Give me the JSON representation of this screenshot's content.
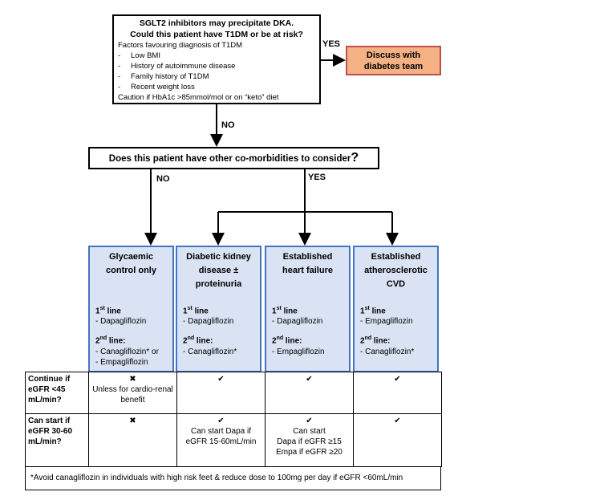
{
  "top_box": {
    "title_line1": "SGLT2 inhibitors may precipitate DKA.",
    "title_line2": "Could this patient have T1DM or be at risk?",
    "factors_heading": "Factors favouring diagnosis of T1DM",
    "factors": [
      "Low BMI",
      "History of autoimmune disease",
      "Family history of T1DM",
      "Recent weight loss"
    ],
    "caution": "Caution if HbA1c >85mmol/mol or on “keto” diet"
  },
  "yes_label": "YES",
  "discuss_box": {
    "line1": "Discuss with",
    "line2": "diabetes team"
  },
  "no_label": "NO",
  "question": {
    "text": "Does this patient have other co-morbidities to consider",
    "mark": "?"
  },
  "q_no_label": "NO",
  "q_yes_label": "YES",
  "columns": [
    {
      "title": "Glycaemic control only",
      "first_sup": "st",
      "first_label": " line",
      "first_items": [
        "- Dapagliflozin"
      ],
      "second_sup": "nd",
      "second_label": " line:",
      "second_items": [
        "- Canagliflozin* or",
        "- Empagliflozin"
      ]
    },
    {
      "title": "Diabetic kidney disease ± proteinuria",
      "first_sup": "st",
      "first_label": " line",
      "first_items": [
        "- Dapagliflozin"
      ],
      "second_sup": "nd",
      "second_label": " line:",
      "second_items": [
        "- Canagliflozin*"
      ]
    },
    {
      "title": "Established heart failure",
      "first_sup": "st",
      "first_label": " line",
      "first_items": [
        "- Dapagliflozin"
      ],
      "second_sup": "nd",
      "second_label": " line:",
      "second_items": [
        "- Empagliflozin"
      ]
    },
    {
      "title": "Established atherosclerotic CVD",
      "first_sup": "st",
      "first_label": " line",
      "first_items": [
        "- Empagliflozin"
      ],
      "second_sup": "nd",
      "second_label": " line:",
      "second_items": [
        "- Canagliflozin*"
      ]
    }
  ],
  "table": {
    "rows": [
      {
        "head": "Continue if eGFR <45 mL/min?",
        "cells": [
          [
            "✖",
            "Unless for cardio-renal benefit"
          ],
          [
            "✔"
          ],
          [
            "✔"
          ],
          [
            "✔"
          ]
        ]
      },
      {
        "head": "Can start if eGFR 30-60 mL/min?",
        "cells": [
          [
            "✖"
          ],
          [
            "✔",
            "Can start Dapa if eGFR 15-60mL/min"
          ],
          [
            "✔",
            "Can start",
            "Dapa if eGFR ≥15",
            "Empa if eGFR ≥20"
          ],
          [
            "✔"
          ]
        ]
      }
    ]
  },
  "footnote": "*Avoid canagliflozin in individuals with high risk feet & reduce dose to 100mg per day if eGFR <60mL/min"
}
